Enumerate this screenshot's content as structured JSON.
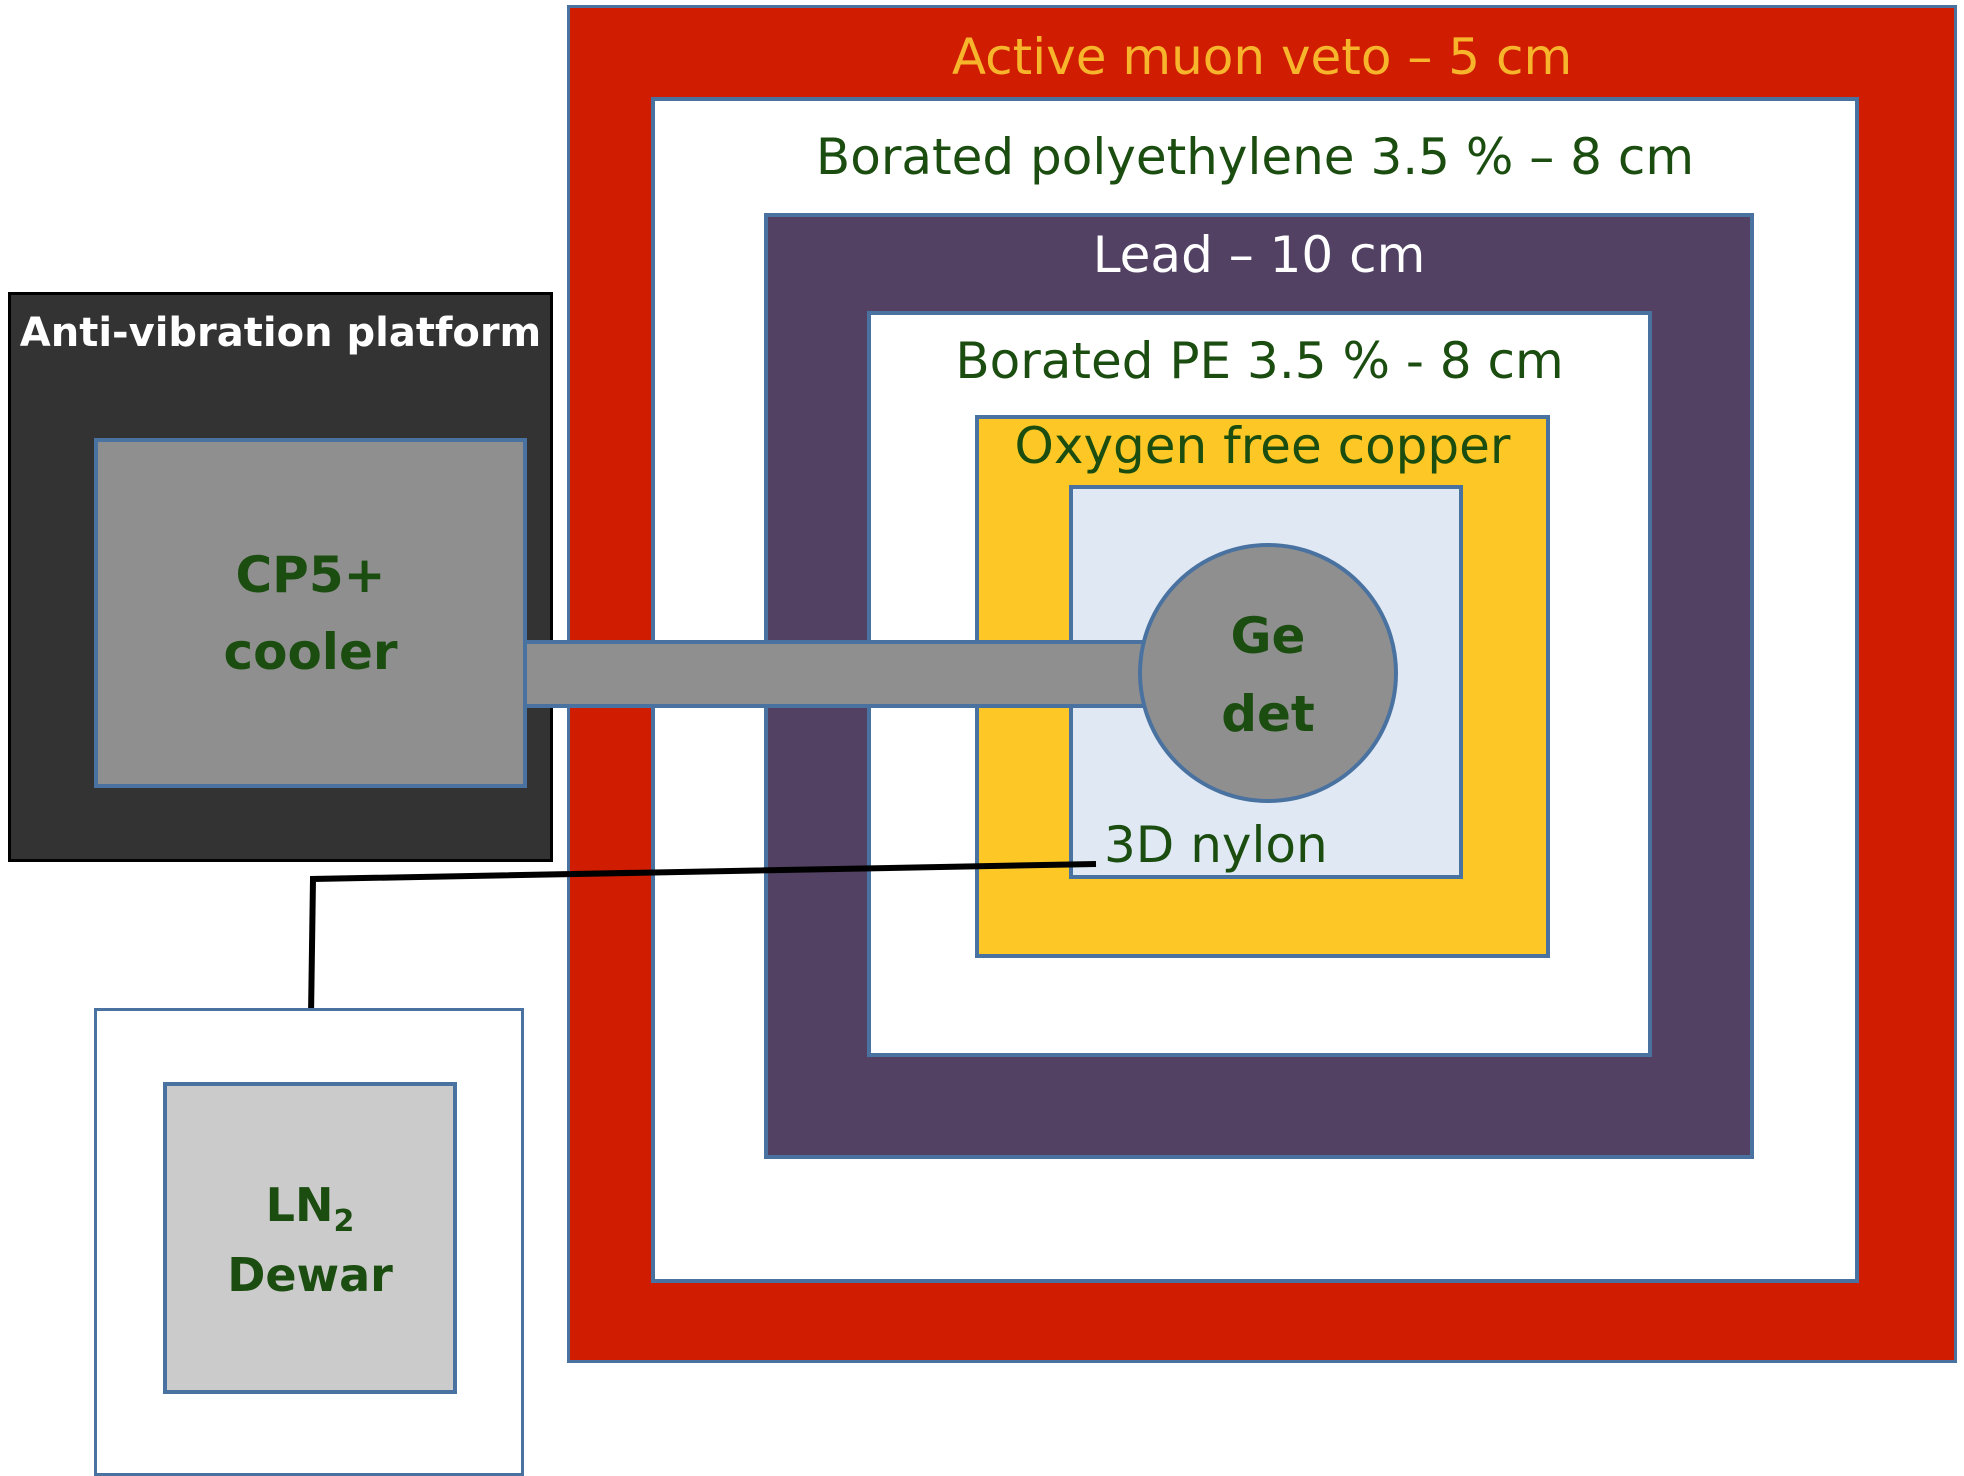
{
  "colors": {
    "veto_red": "#d01c00",
    "veto_label": "#f7b52c",
    "borated_pe_white": "#ffffff",
    "lead_purple": "#524163",
    "copper_yellow": "#fdc826",
    "nylon_lightblue": "#dfe8f3",
    "detector_gray": "#8f8f8f",
    "platform_dark": "#333333",
    "dewar_gray": "#cbcbcb",
    "box_border": "#4a72a0",
    "label_green": "#1a4d0f"
  },
  "shield": {
    "veto_label": "Active muon veto – 5 cm",
    "outer_pe_label": "Borated polyethylene 3.5 % – 8 cm",
    "lead_label": "Lead – 10 cm",
    "inner_pe_label": "Borated PE 3.5 % - 8 cm",
    "copper_label": "Oxygen free copper",
    "nylon_label": "3D nylon"
  },
  "detector": {
    "line1": "Ge",
    "line2": "det"
  },
  "platform": {
    "label": "Anti-vibration platform"
  },
  "cooler": {
    "line1": "CP5+",
    "line2": "cooler"
  },
  "dewar": {
    "ln_base": "LN",
    "ln_sub": "2",
    "line2": "Dewar"
  }
}
